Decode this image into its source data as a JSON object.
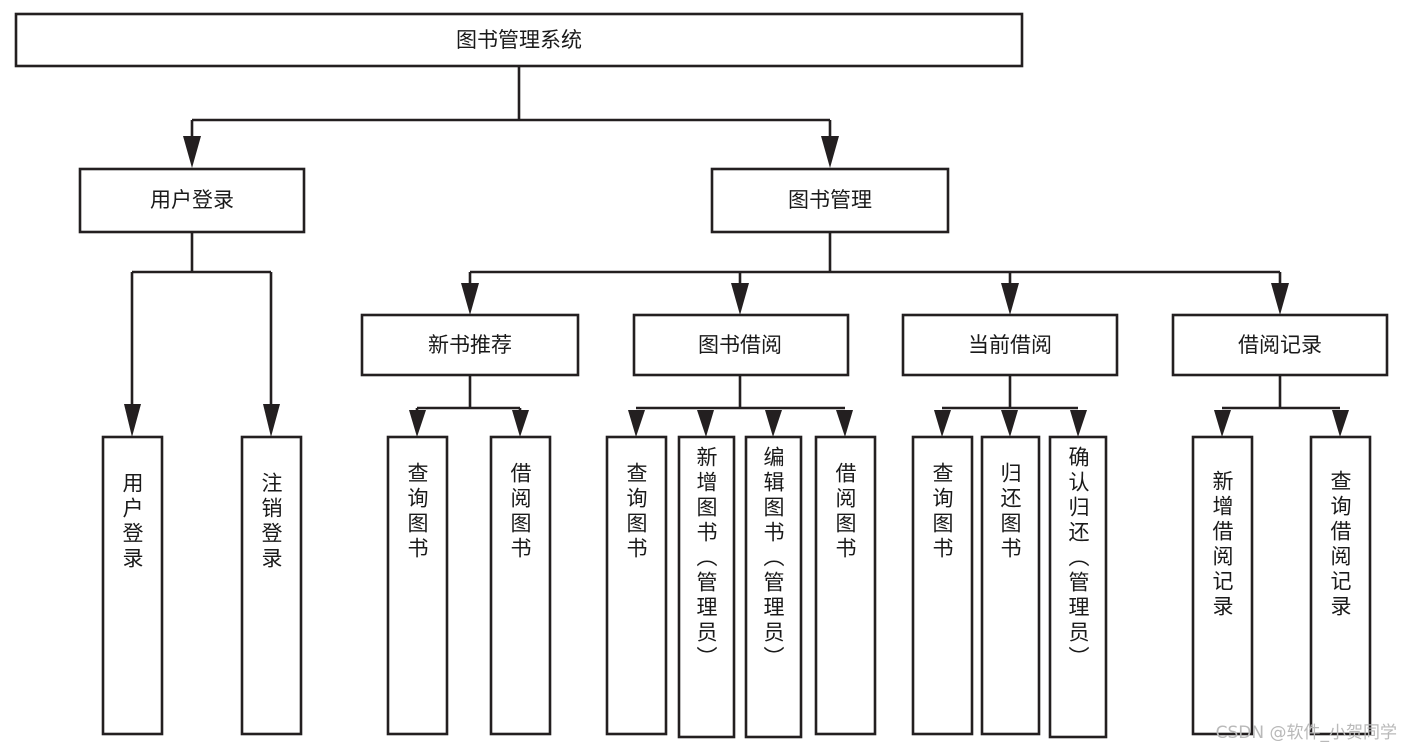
{
  "diagram": {
    "title": "图书管理系统",
    "type": "tree",
    "watermark": "CSDN @软件_小贺同学",
    "root": {
      "id": "root",
      "label": "图书管理系统"
    },
    "level2": [
      {
        "id": "user-login",
        "label": "用户登录"
      },
      {
        "id": "book-management",
        "label": "图书管理"
      }
    ],
    "level3": [
      {
        "id": "new-book-recommend",
        "label": "新书推荐"
      },
      {
        "id": "book-borrow",
        "label": "图书借阅"
      },
      {
        "id": "current-borrow",
        "label": "当前借阅"
      },
      {
        "id": "borrow-record",
        "label": "借阅记录"
      }
    ],
    "leaves": {
      "user_login": [
        {
          "id": "leaf-user-login",
          "label": "用户登录"
        },
        {
          "id": "leaf-logout",
          "label": "注销登录"
        }
      ],
      "new_book_recommend": [
        {
          "id": "leaf-query-book-1",
          "label": "查询图书"
        },
        {
          "id": "leaf-borrow-book-1",
          "label": "借阅图书"
        }
      ],
      "book_borrow": [
        {
          "id": "leaf-query-book-2",
          "label": "查询图书"
        },
        {
          "id": "leaf-add-book",
          "label": "新增图书（管理员）"
        },
        {
          "id": "leaf-edit-book",
          "label": "编辑图书（管理员）"
        },
        {
          "id": "leaf-borrow-book-2",
          "label": "借阅图书"
        }
      ],
      "current_borrow": [
        {
          "id": "leaf-query-book-3",
          "label": "查询图书"
        },
        {
          "id": "leaf-return-book",
          "label": "归还图书"
        },
        {
          "id": "leaf-confirm-return",
          "label": "确认归还（管理员）"
        }
      ],
      "borrow_record": [
        {
          "id": "leaf-add-record",
          "label": "新增借阅记录"
        },
        {
          "id": "leaf-query-record",
          "label": "查询借阅记录"
        }
      ]
    },
    "colors": {
      "stroke": "#231f20",
      "fill": "#ffffff",
      "text": "#1a1a1a",
      "watermark": "#b9b9b9"
    }
  }
}
